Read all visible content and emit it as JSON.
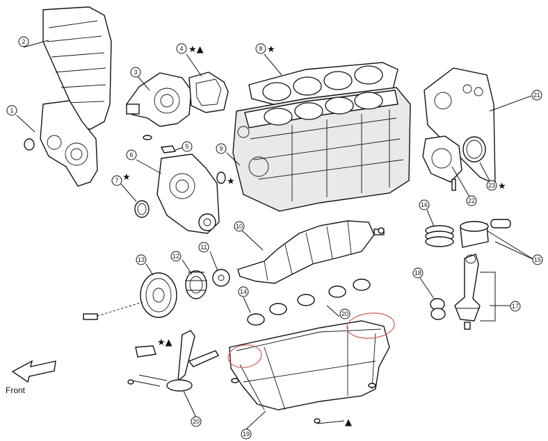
{
  "diagram": {
    "callouts": [
      "1",
      "2",
      "3",
      "4",
      "5",
      "6",
      "7",
      "8",
      "9",
      "10",
      "11",
      "12",
      "13",
      "14",
      "15",
      "16",
      "17",
      "18",
      "19",
      "20",
      "20",
      "21",
      "22",
      "23"
    ],
    "markers": {
      "star": "★",
      "triangle": "▲",
      "star_triangle": "★▲"
    },
    "front_label": "Front",
    "highlight_color": "#d96464"
  }
}
